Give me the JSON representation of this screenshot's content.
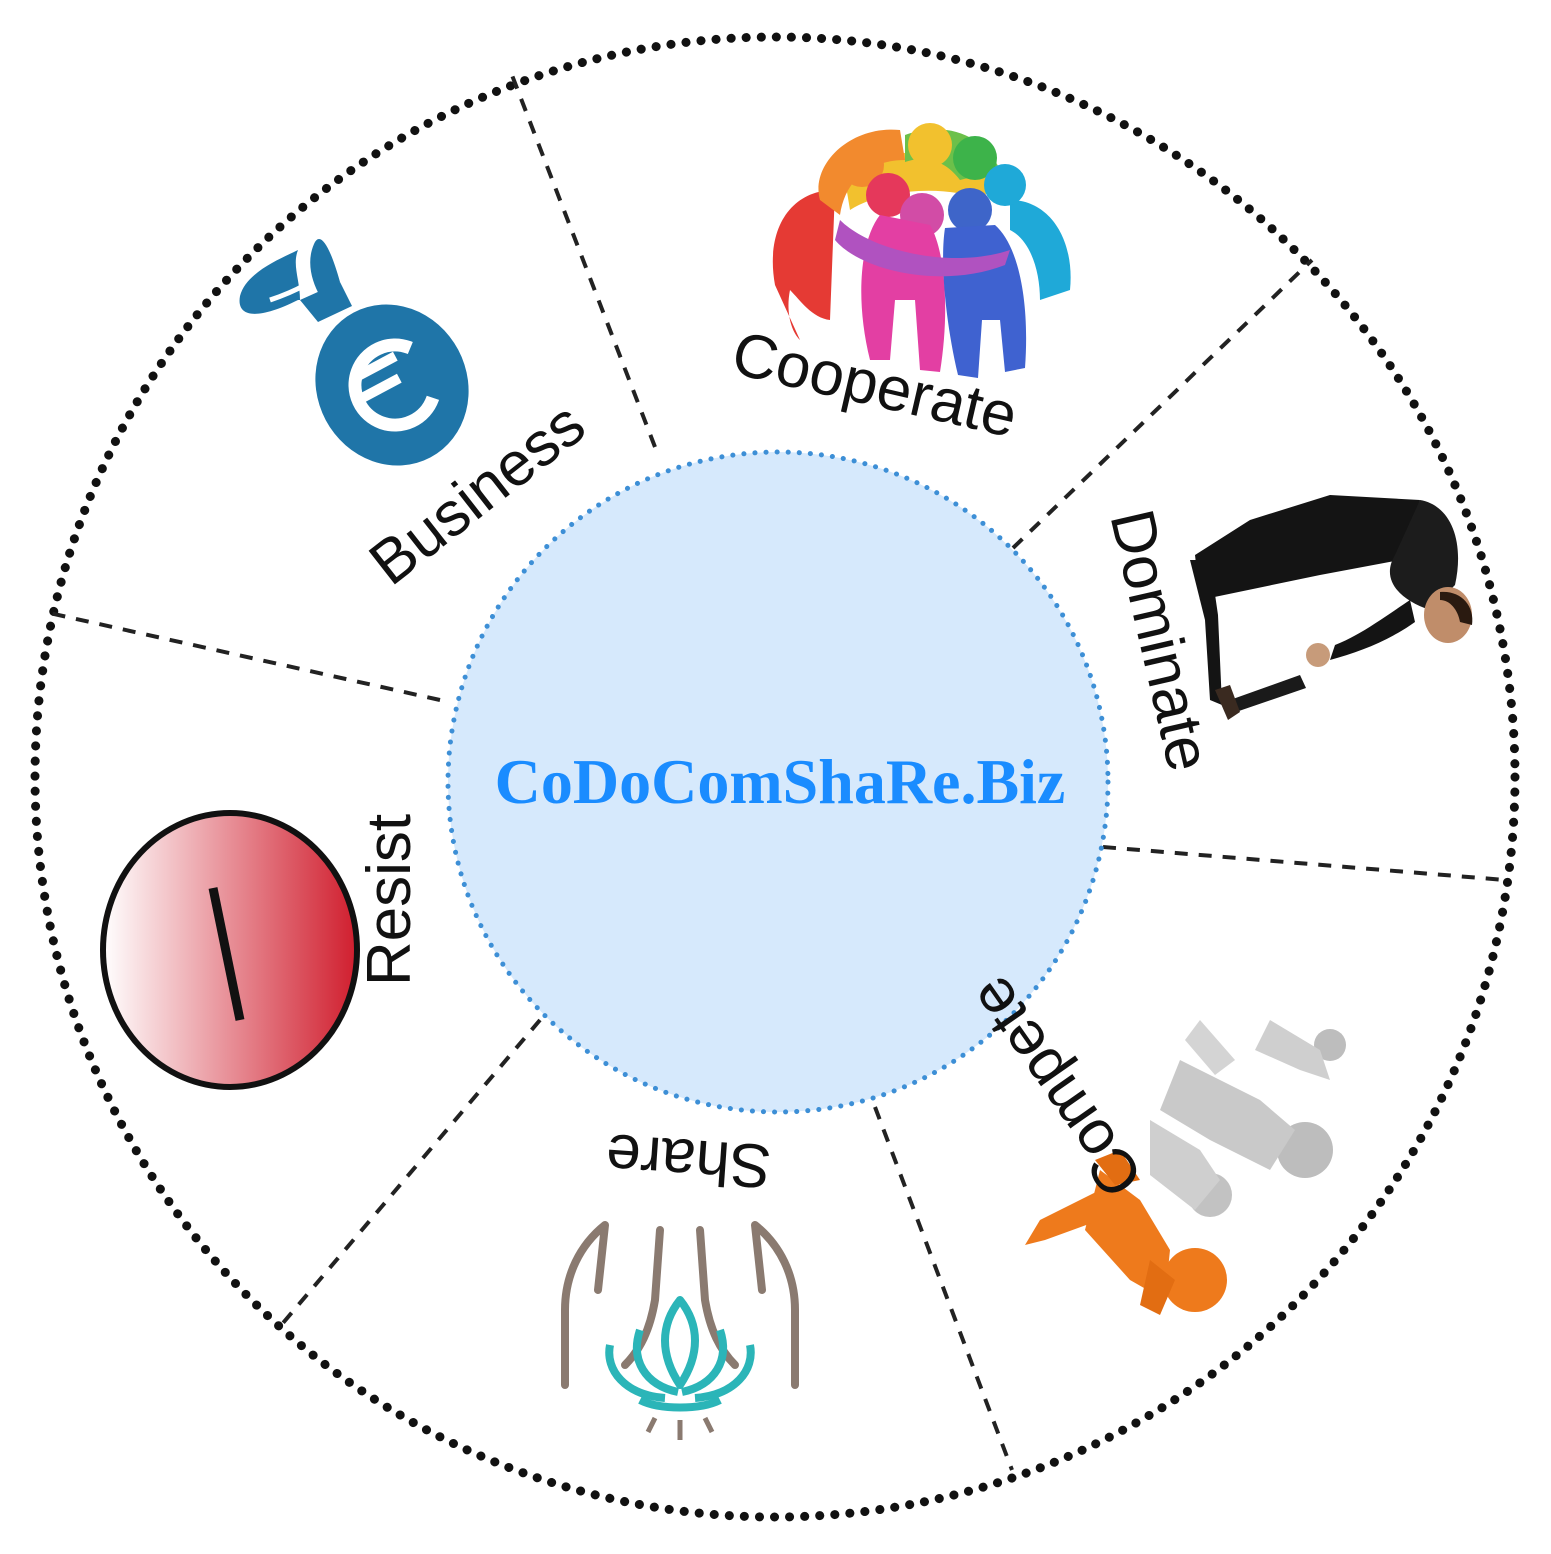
{
  "center": {
    "title": "CoDoComShaRe.Biz",
    "title_color": "#1a8cff",
    "fill_color": "#d6e9fc",
    "border_color": "#3d8fd6"
  },
  "segments": [
    {
      "id": "business",
      "label": "Business",
      "icon": "euro-money-bag-icon"
    },
    {
      "id": "cooperate",
      "label": "Cooperate",
      "icon": "embracing-figures-icon"
    },
    {
      "id": "dominate",
      "label": "Dominate",
      "icon": "dominant-handshake-icon"
    },
    {
      "id": "compete",
      "label": "Compete",
      "icon": "racing-figures-icon"
    },
    {
      "id": "share",
      "label": "Share",
      "icon": "hands-lotus-icon"
    },
    {
      "id": "resist",
      "label": "Resist",
      "icon": "stop-sign-icon"
    }
  ],
  "colors": {
    "euro_bag": "#1f75a8",
    "stop_sign": "#d01e2e",
    "share_hands": "#8a7a70",
    "share_lotus": "#2bb5b8",
    "compete_leader": "#ee7a1c",
    "compete_followers": "#bdbdbd",
    "dominate_suit": "#141414"
  }
}
